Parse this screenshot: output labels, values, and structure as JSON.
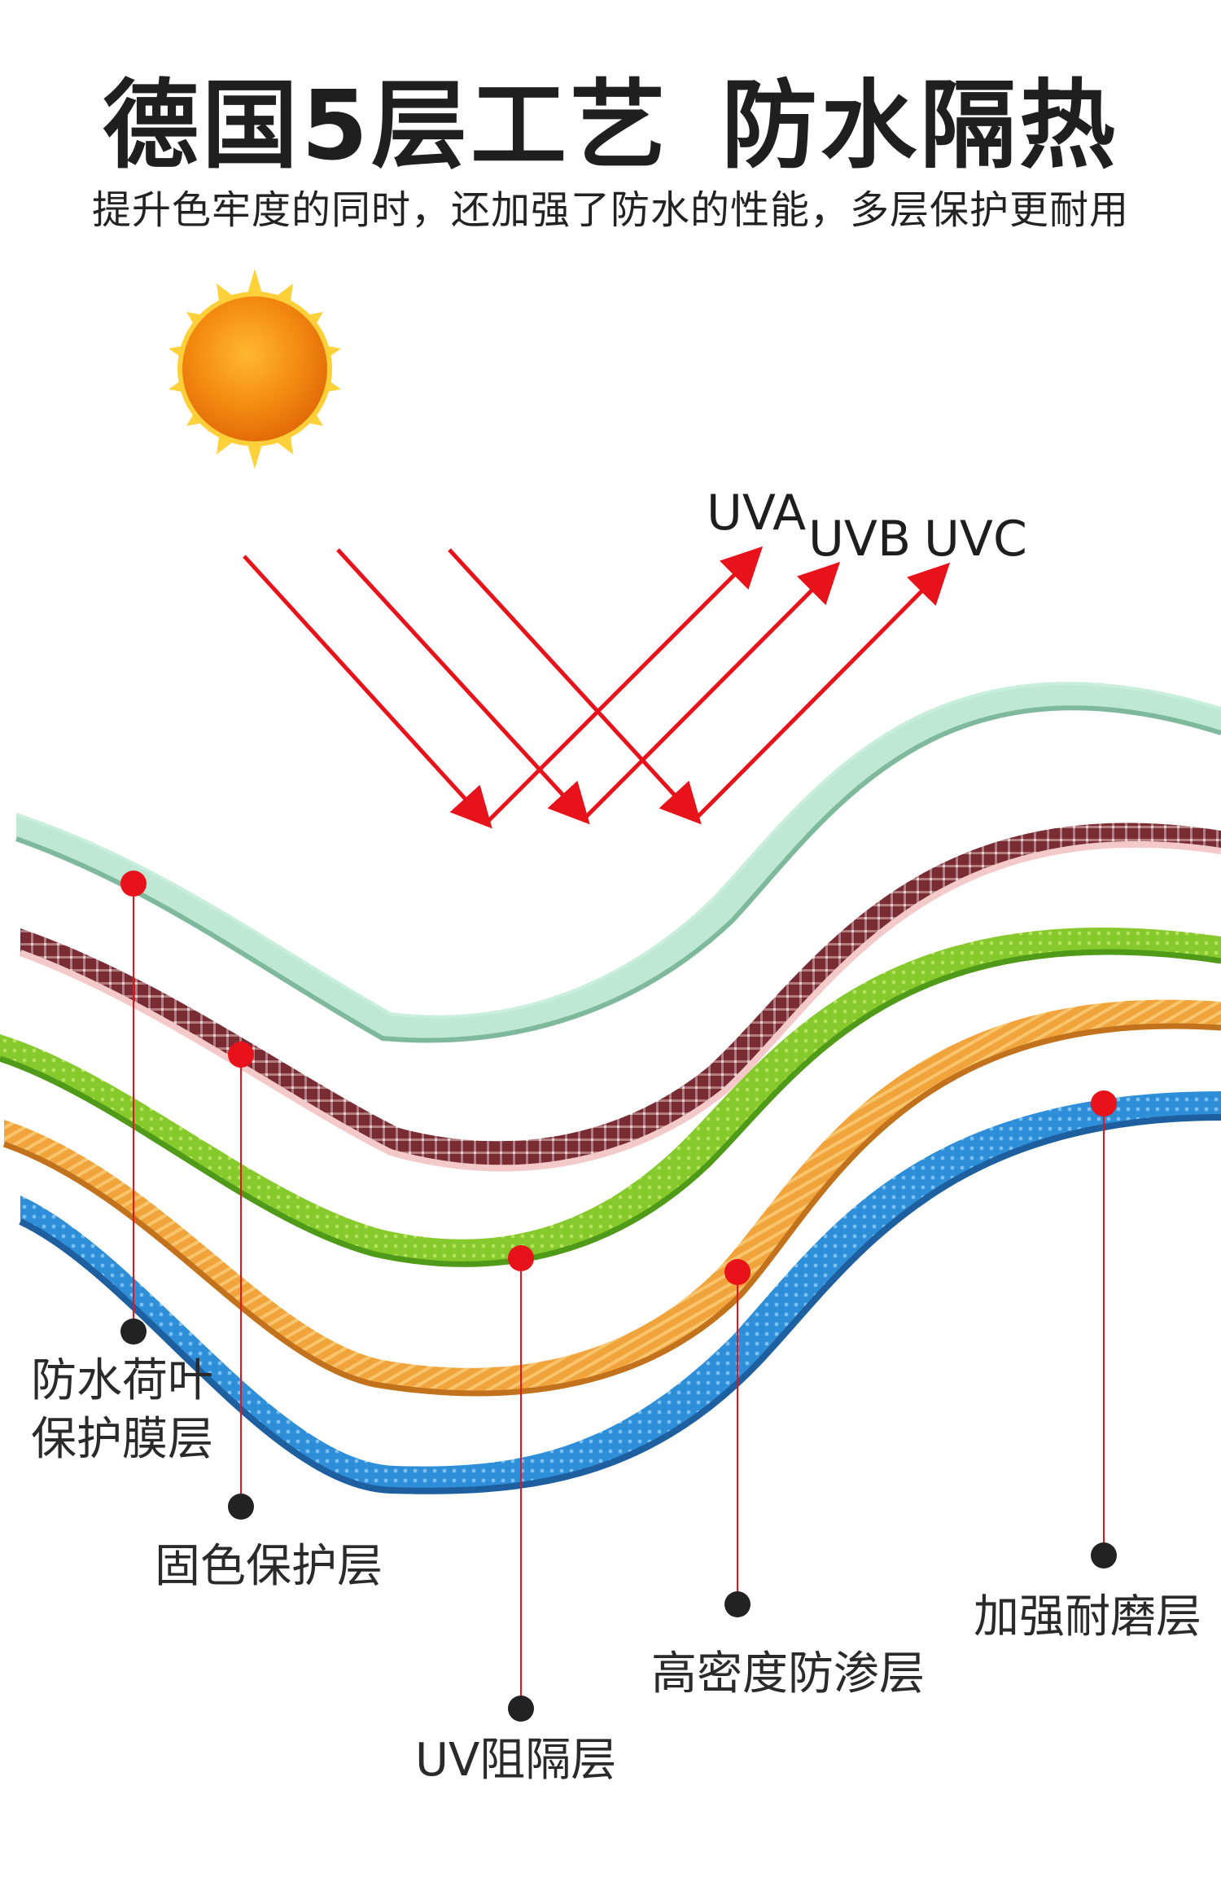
{
  "title": {
    "part1": "德国5层工艺",
    "part2": "防水隔热"
  },
  "subtitle": "提升色牢度的同时，还加强了防水的性能，多层保护更耐用",
  "rays": [
    "UVA",
    "UVB",
    "UVC"
  ],
  "sun": {
    "icon": "sun-icon",
    "color": "#f59a12"
  },
  "layers": [
    {
      "id": "lotus",
      "label": "防水荷叶\n保护膜层",
      "color": "#a8e0c6"
    },
    {
      "id": "color",
      "label": "固色保护层",
      "color": "#7a2c34"
    },
    {
      "id": "uv",
      "label": "UV阻隔层",
      "color": "#86c92c"
    },
    {
      "id": "seep",
      "label": "高密度防渗层",
      "color": "#f2a43c"
    },
    {
      "id": "wear",
      "label": "加强耐磨层",
      "color": "#2e8fd8"
    }
  ],
  "colors": {
    "arrow": "#e8121a",
    "marker_dot": "#e8121a",
    "anchor_dot": "#222222"
  }
}
